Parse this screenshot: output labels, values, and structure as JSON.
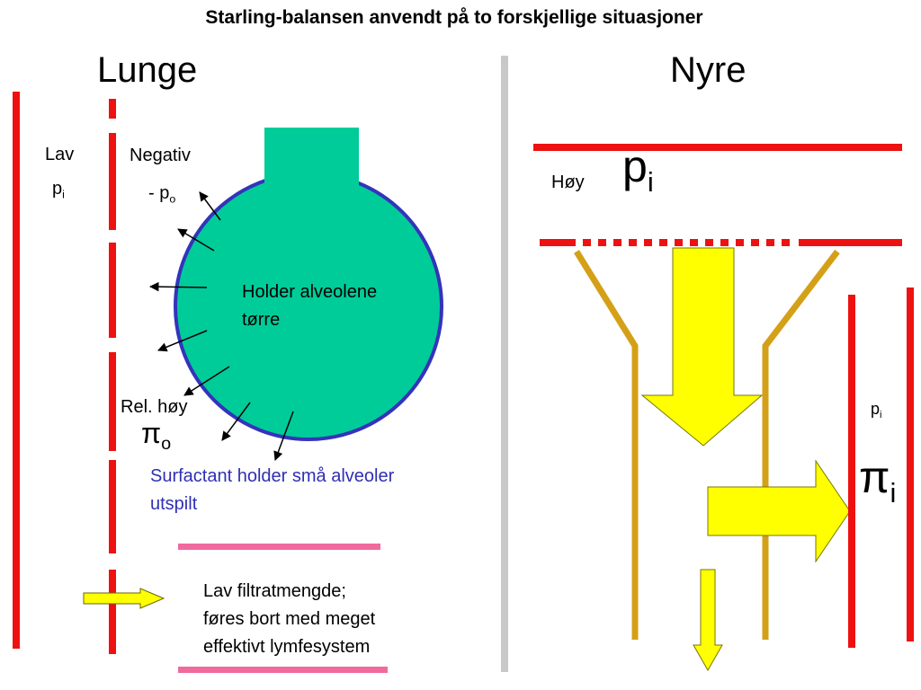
{
  "title": "Starling-balansen anvendt på to forskjellige situasjoner",
  "left_panel": {
    "heading": "Lunge",
    "lav": "Lav",
    "p": "p",
    "p_sub": "i",
    "negativ": "Negativ",
    "neg_p_prefix": "- p",
    "neg_p_sub": "o",
    "alveole_line1": "Holder alveolene",
    "alveole_line2": "tørre",
    "rel_hoy": "Rel. høy",
    "pi_symbol": "π",
    "pi_sub": "o",
    "surfactant_line1": "Surfactant holder små alveoler",
    "surfactant_line2": "utspilt",
    "filtrat_line1": "Lav filtratmengde;",
    "filtrat_line2": "føres bort med meget",
    "filtrat_line3": "effektivt lymfesystem"
  },
  "right_panel": {
    "heading": "Nyre",
    "hoy": "Høy",
    "p_big": "p",
    "p_big_sub": "i",
    "p_small": "p",
    "p_small_sub": "i",
    "pi_symbol": "π",
    "pi_sub": "i"
  },
  "colors": {
    "red": "#ee1111",
    "alveole_fill": "#00cc99",
    "alveole_border": "#3333bb",
    "yellow": "#ffff00",
    "gold": "#d4a017",
    "pink": "#f06a9e",
    "divider": "#c8c8c8",
    "blue_text": "#2f2fb4"
  }
}
